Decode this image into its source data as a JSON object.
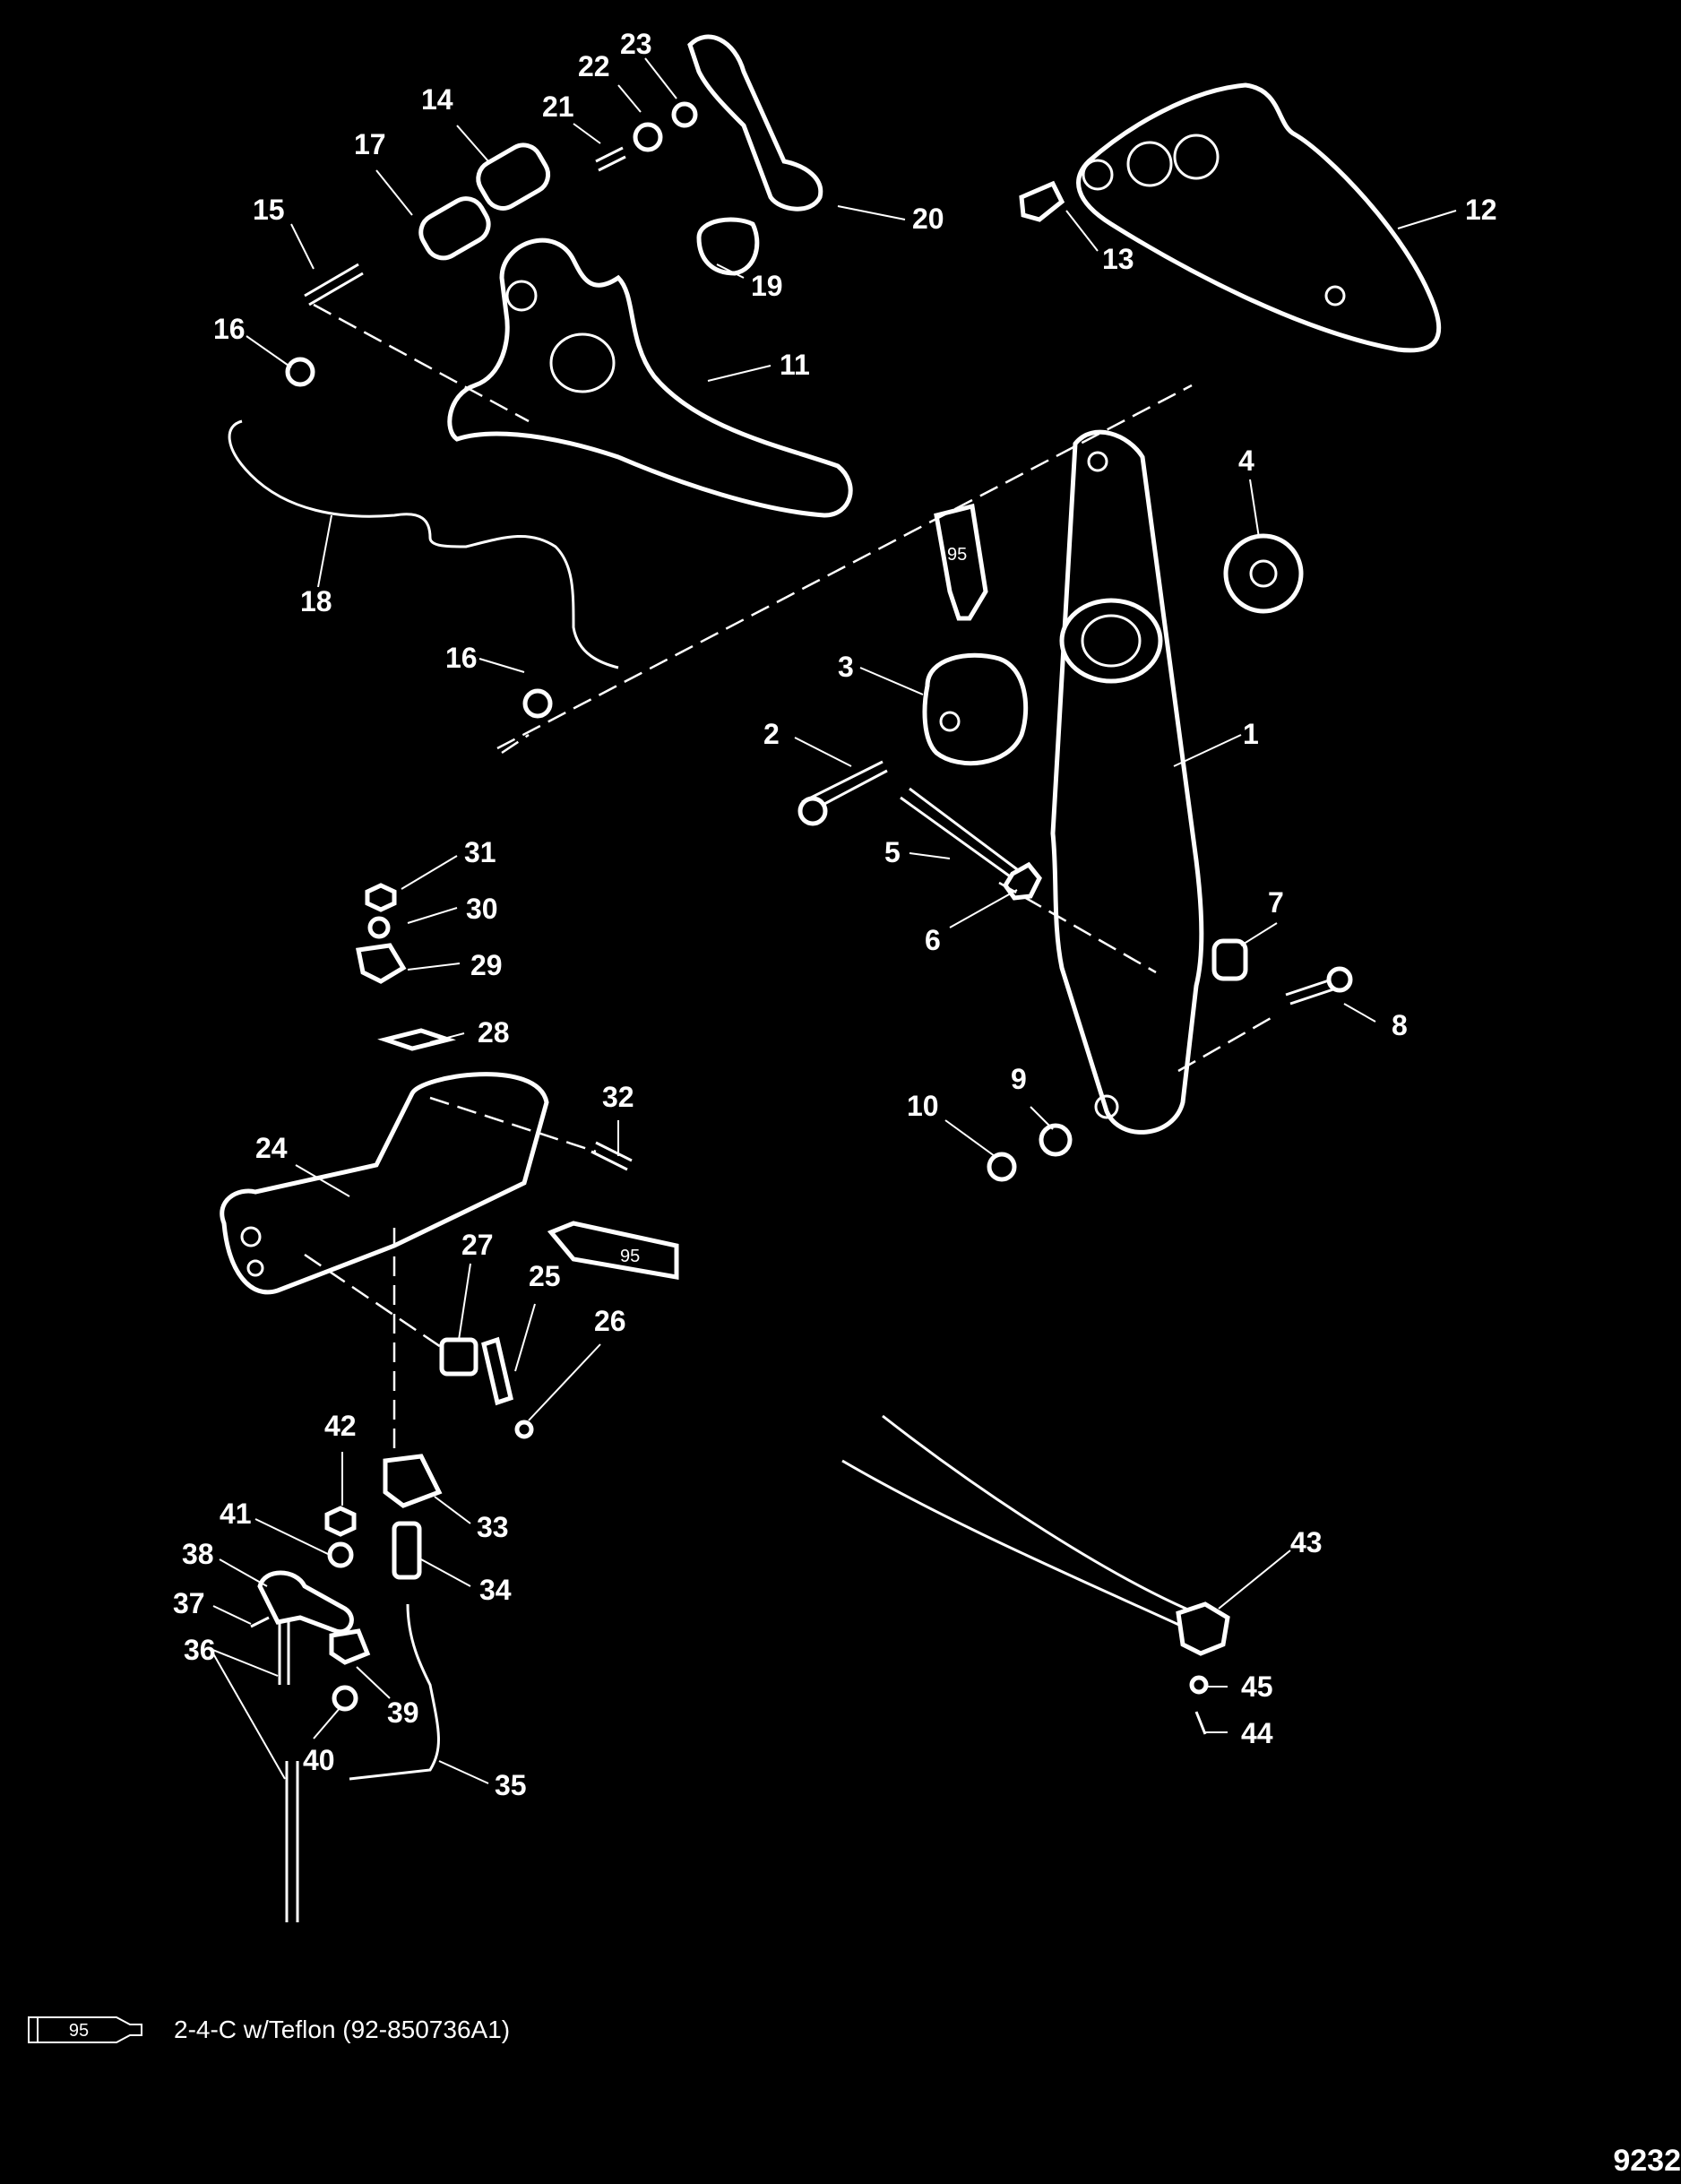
{
  "callouts": [
    "1",
    "2",
    "3",
    "4",
    "5",
    "6",
    "7",
    "8",
    "9",
    "10",
    "11",
    "12",
    "13",
    "14",
    "15",
    "16",
    "16",
    "17",
    "18",
    "19",
    "20",
    "21",
    "22",
    "23",
    "24",
    "25",
    "26",
    "27",
    "28",
    "29",
    "30",
    "31",
    "32",
    "33",
    "34",
    "35",
    "36",
    "37",
    "38",
    "39",
    "40",
    "41",
    "42",
    "43",
    "44",
    "45"
  ],
  "tube_label": "95",
  "legend": {
    "code": "95",
    "text": "2-4-C w/Teflon (92-850736A1)"
  },
  "drawing_number": "9232"
}
